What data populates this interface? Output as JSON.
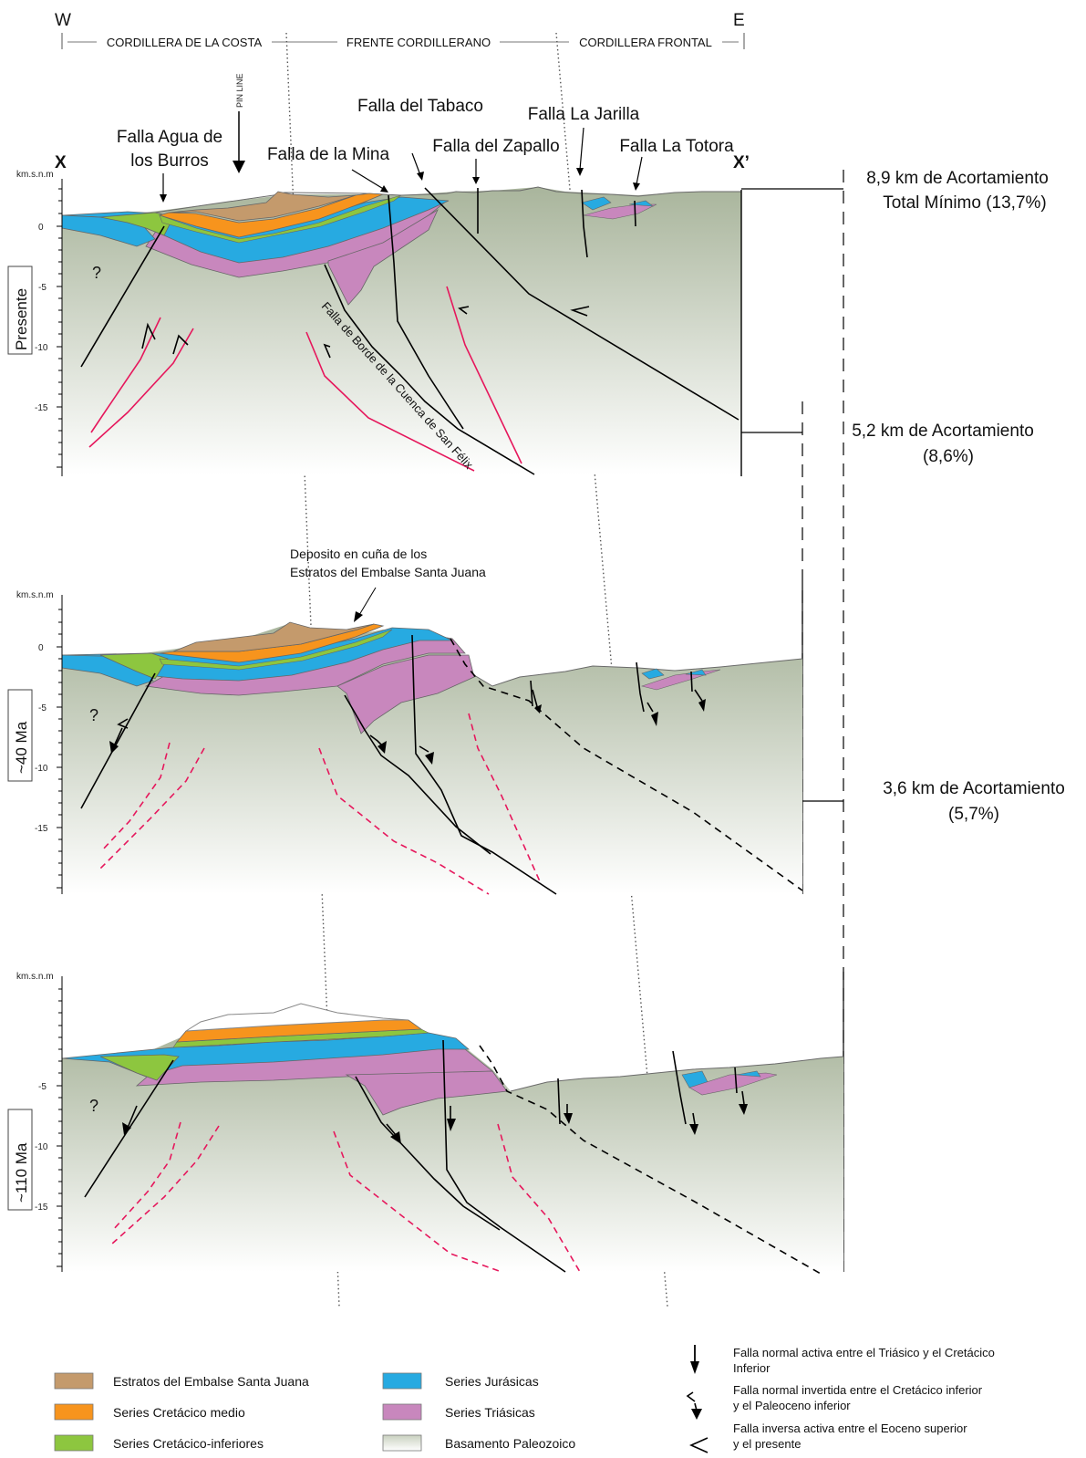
{
  "header": {
    "west": "W",
    "east": "E",
    "zones": [
      "CORDILLERA DE LA COSTA",
      "FRENTE CORDILLERANO",
      "CORDILLERA FRONTAL"
    ],
    "pin_line": "PIN LINE",
    "section_start": "X",
    "section_end": "X’"
  },
  "faults": {
    "agua_de_los_burros_1": "Falla Agua de",
    "agua_de_los_burros_2": "los Burros",
    "mina": "Falla de la Mina",
    "tabaco": "Falla del Tabaco",
    "zapallo": "Falla del Zapallo",
    "jarilla": "Falla La Jarilla",
    "totora": "Falla La Totora",
    "borde_cuenca": "Falla de Borde de la Cuenca de San Félix"
  },
  "panels": [
    {
      "stage": "Presente",
      "axis_unit": "km.s.n.m",
      "ticks": [
        "0",
        "-5",
        "-10",
        "-15"
      ]
    },
    {
      "stage": "~40 Ma",
      "axis_unit": "km.s.n.m",
      "ticks": [
        "0",
        "-5",
        "-10",
        "-15"
      ]
    },
    {
      "stage": "~110 Ma",
      "axis_unit": "km.s.n.m",
      "ticks": [
        "-5",
        "-10",
        "-15"
      ]
    }
  ],
  "unknown_mark": "?",
  "annotations": {
    "wedge_1": "Deposito en cuña de los",
    "wedge_2": "Estratos del Embalse Santa Juana"
  },
  "shortening": {
    "total_1": "8,9 km de Acortamiento",
    "total_2": "Total Mínimo (13,7%)",
    "mid_1": "5,2 km de Acortamiento",
    "mid_2": "(8,6%)",
    "early_1": "3,6 km de Acortamiento",
    "early_2": "(5,7%)"
  },
  "legend": {
    "units": [
      {
        "label": "Estratos del Embalse Santa Juana",
        "color": "#c49a6c"
      },
      {
        "label": "Series Cretácico medio",
        "color": "#f7941d"
      },
      {
        "label": "Series Cretácico-inferiores",
        "color": "#8dc63f"
      },
      {
        "label": "Series Jurásicas",
        "color": "#27aae1"
      },
      {
        "label": "Series Triásicas",
        "color": "#c887bd"
      },
      {
        "label": "Basamento Paleozoico",
        "color": "#d9dfd3"
      }
    ],
    "fault_types": [
      {
        "line1": "Falla normal activa entre el Triásico y el Cretácico",
        "line2": "Inferior"
      },
      {
        "line1": "Falla normal invertida entre el Cretácico inferior",
        "line2": "y el Paleoceno inferior"
      },
      {
        "line1": "Falla inversa activa entre el Eoceno superior",
        "line2": "y el presente"
      }
    ]
  },
  "colors": {
    "basement_top": "#a9b59c",
    "basement_bottom": "#ffffff",
    "fault_line": "#000000",
    "triassic_fault": "#e6175c"
  }
}
